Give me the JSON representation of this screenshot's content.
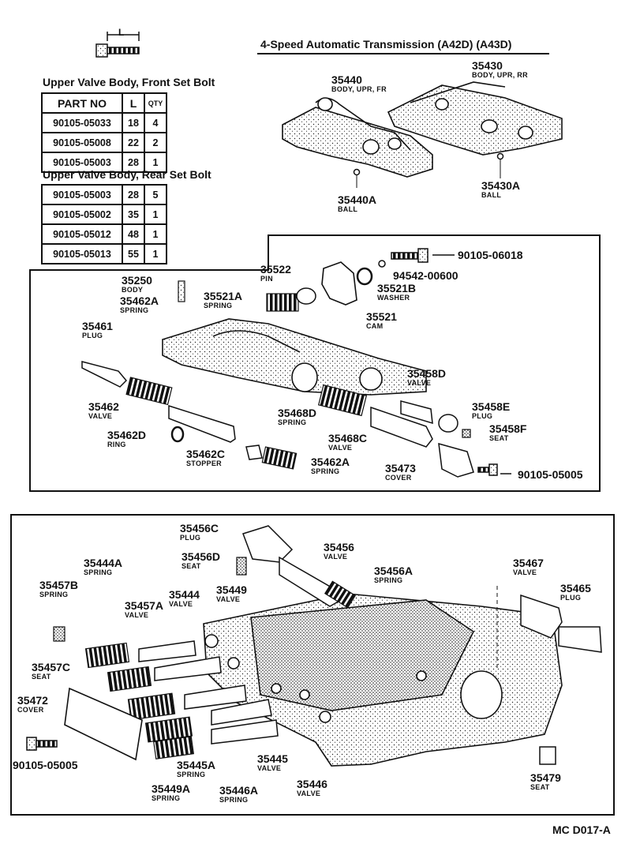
{
  "header": {
    "bolt_dimension_label": "L",
    "title": "4-Speed Automatic Transmission (A42D) (A43D)"
  },
  "front_table": {
    "title": "Upper Valve Body, Front Set Bolt",
    "col_part": "PART NO",
    "col_len": "L",
    "col_qty": "QTY",
    "rows": [
      {
        "part": "90105-05033",
        "len": "18",
        "qty": "4"
      },
      {
        "part": "90105-05008",
        "len": "22",
        "qty": "2"
      },
      {
        "part": "90105-05003",
        "len": "28",
        "qty": "1"
      }
    ]
  },
  "rear_table": {
    "title": "Upper Valve Body, Rear Set Bolt",
    "rows": [
      {
        "part": "90105-05003",
        "len": "28",
        "qty": "5"
      },
      {
        "part": "90105-05002",
        "len": "35",
        "qty": "1"
      },
      {
        "part": "90105-05012",
        "len": "48",
        "qty": "1"
      },
      {
        "part": "90105-05013",
        "len": "55",
        "qty": "1"
      }
    ]
  },
  "labels": [
    {
      "id": "35440",
      "num": "35440",
      "desc": "BODY, UPR, FR"
    },
    {
      "id": "35430",
      "num": "35430",
      "desc": "BODY, UPR, RR"
    },
    {
      "id": "35440A",
      "num": "35440A",
      "desc": "BALL"
    },
    {
      "id": "35430A",
      "num": "35430A",
      "desc": "BALL"
    },
    {
      "id": "90105-06018",
      "num": "90105-06018",
      "desc": ""
    },
    {
      "id": "94542-00600",
      "num": "94542-00600",
      "desc": ""
    },
    {
      "id": "35522",
      "num": "35522",
      "desc": "PIN"
    },
    {
      "id": "35250",
      "num": "35250",
      "desc": "BODY"
    },
    {
      "id": "35462A-top",
      "num": "35462A",
      "desc": "SPRING"
    },
    {
      "id": "35521A",
      "num": "35521A",
      "desc": "SPRING"
    },
    {
      "id": "35521B",
      "num": "35521B",
      "desc": "WASHER"
    },
    {
      "id": "35521",
      "num": "35521",
      "desc": "CAM"
    },
    {
      "id": "35461",
      "num": "35461",
      "desc": "PLUG"
    },
    {
      "id": "35458D",
      "num": "35458D",
      "desc": "VALVE"
    },
    {
      "id": "35462",
      "num": "35462",
      "desc": "VALVE"
    },
    {
      "id": "35468D",
      "num": "35468D",
      "desc": "SPRING"
    },
    {
      "id": "35458E",
      "num": "35458E",
      "desc": "PLUG"
    },
    {
      "id": "35458F",
      "num": "35458F",
      "desc": "SEAT"
    },
    {
      "id": "35462D",
      "num": "35462D",
      "desc": "RING"
    },
    {
      "id": "35468C",
      "num": "35468C",
      "desc": "VALVE"
    },
    {
      "id": "35462C",
      "num": "35462C",
      "desc": "STOPPER"
    },
    {
      "id": "35462A-bot",
      "num": "35462A",
      "desc": "SPRING"
    },
    {
      "id": "35473",
      "num": "35473",
      "desc": "COVER"
    },
    {
      "id": "90105-05005a",
      "num": "90105-05005",
      "desc": ""
    },
    {
      "id": "35456C",
      "num": "35456C",
      "desc": "PLUG"
    },
    {
      "id": "35456D",
      "num": "35456D",
      "desc": "SEAT"
    },
    {
      "id": "35456",
      "num": "35456",
      "desc": "VALVE"
    },
    {
      "id": "35444A",
      "num": "35444A",
      "desc": "SPRING"
    },
    {
      "id": "35456A",
      "num": "35456A",
      "desc": "SPRING"
    },
    {
      "id": "35467",
      "num": "35467",
      "desc": "VALVE"
    },
    {
      "id": "35457B",
      "num": "35457B",
      "desc": "SPRING"
    },
    {
      "id": "35444",
      "num": "35444",
      "desc": "VALVE"
    },
    {
      "id": "35449",
      "num": "35449",
      "desc": "VALVE"
    },
    {
      "id": "35465",
      "num": "35465",
      "desc": "PLUG"
    },
    {
      "id": "35457A",
      "num": "35457A",
      "desc": "VALVE"
    },
    {
      "id": "35457C",
      "num": "35457C",
      "desc": "SEAT"
    },
    {
      "id": "35472",
      "num": "35472",
      "desc": "COVER"
    },
    {
      "id": "90105-05005b",
      "num": "90105-05005",
      "desc": ""
    },
    {
      "id": "35445A",
      "num": "35445A",
      "desc": "SPRING"
    },
    {
      "id": "35445",
      "num": "35445",
      "desc": "VALVE"
    },
    {
      "id": "35446",
      "num": "35446",
      "desc": "VALVE"
    },
    {
      "id": "35449A",
      "num": "35449A",
      "desc": "SPRING"
    },
    {
      "id": "35446A",
      "num": "35446A",
      "desc": "SPRING"
    },
    {
      "id": "35479",
      "num": "35479",
      "desc": "SEAT"
    }
  ],
  "footer": {
    "code": "MC  D017-A"
  }
}
